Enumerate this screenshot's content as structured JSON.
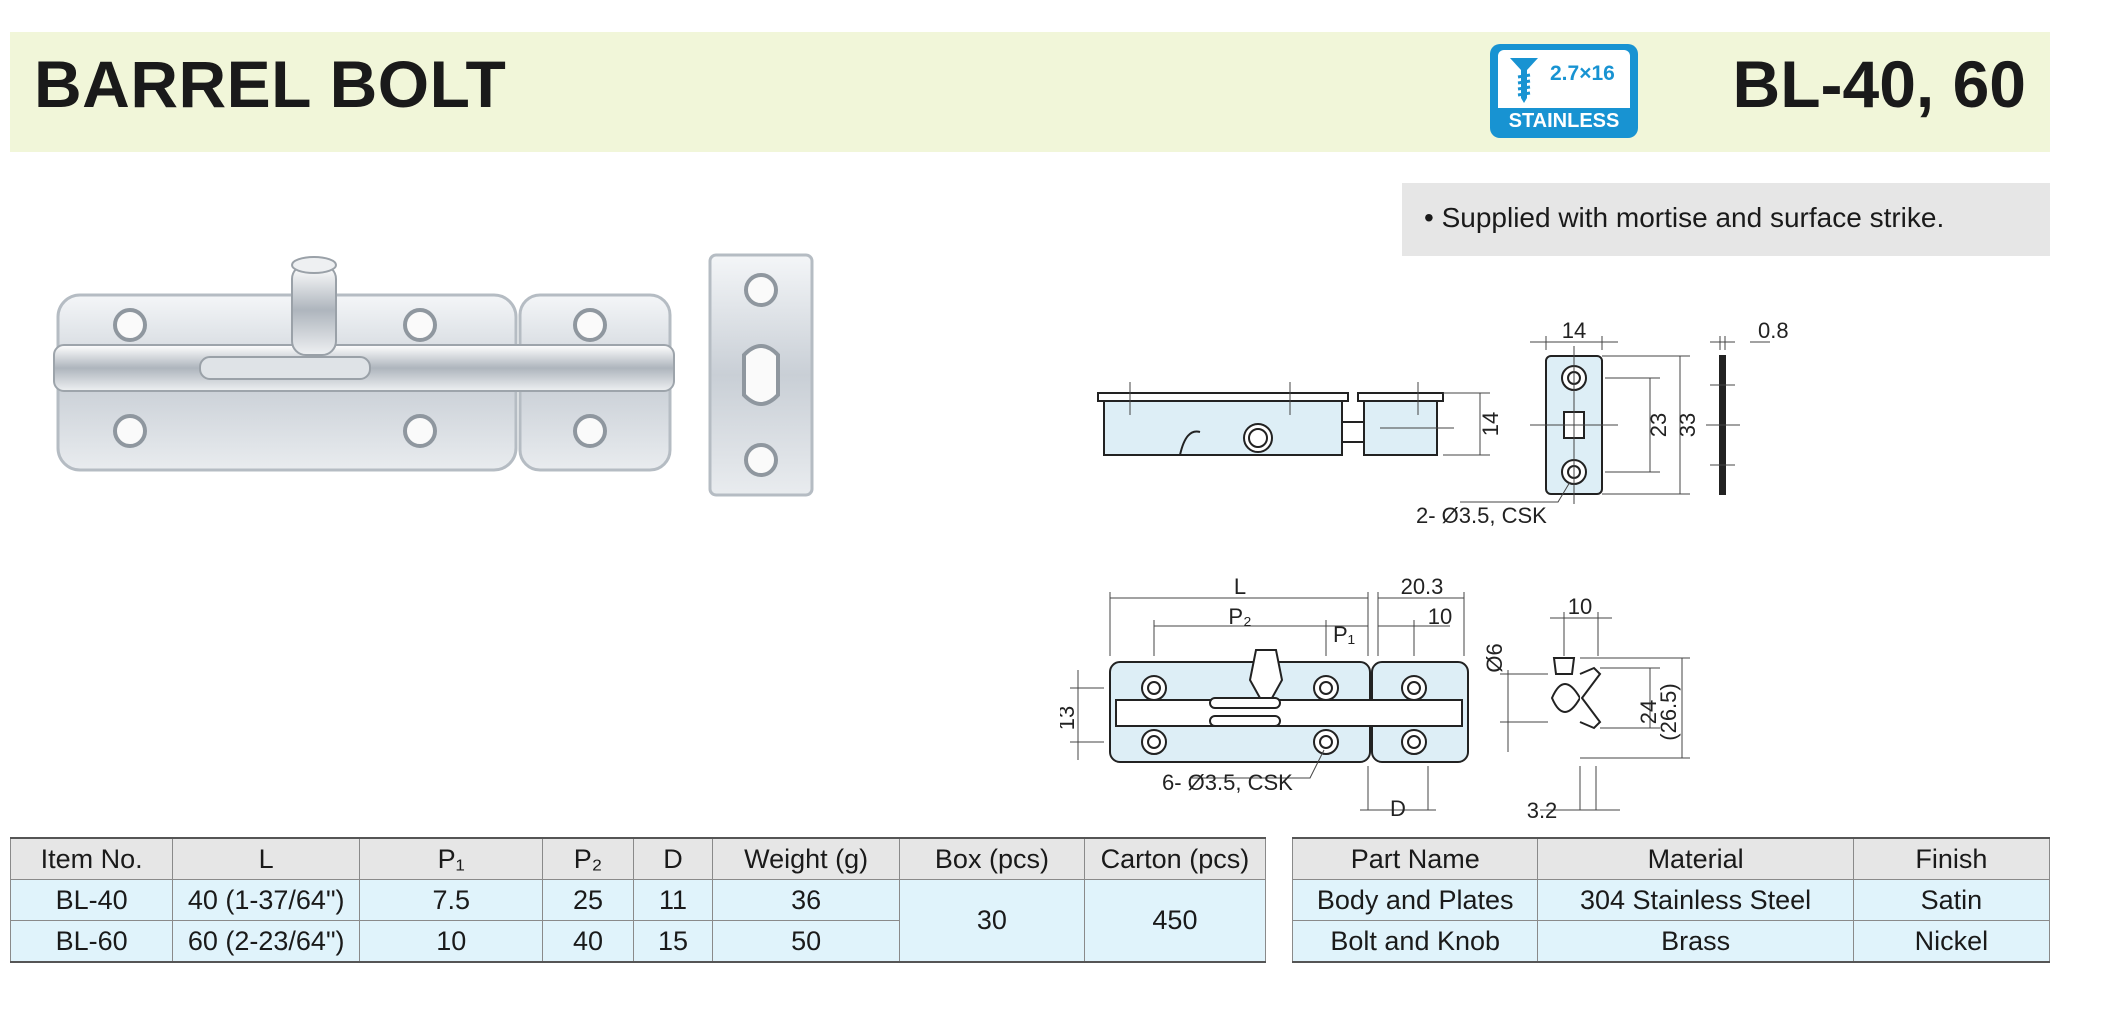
{
  "header": {
    "title": "BARREL BOLT",
    "model": "BL-40, 60",
    "badge": {
      "screw": "2.7×16",
      "material": "STAINLESS"
    }
  },
  "note": "• Supplied with mortise and surface strike.",
  "dims": {
    "d14_top": "14",
    "d08": "0.8",
    "d14_side": "14",
    "d23": "23",
    "d33": "33",
    "hole_top": "2- Ø3.5, CSK",
    "L": "L",
    "d203": "20.3",
    "P2": "P₂",
    "P1": "P₁",
    "d10a": "10",
    "d13": "13",
    "hole_bottom": "6- Ø3.5, CSK",
    "D": "D",
    "d10b": "10",
    "d6": "Ø6",
    "d24": "24",
    "d265": "(26.5)",
    "d32": "3.2"
  },
  "table_items": {
    "headers": [
      "Item No.",
      "L",
      "P₁",
      "P₂",
      "D",
      "Weight (g)",
      "Box (pcs)",
      "Carton (pcs)"
    ],
    "rows": [
      [
        "BL-40",
        "40 (1-37/64\")",
        "7.5",
        "25",
        "11",
        "36"
      ],
      [
        "BL-60",
        "60 (2-23/64\")",
        "10",
        "40",
        "15",
        "50"
      ]
    ],
    "box": "30",
    "carton": "450"
  },
  "table_parts": {
    "headers": [
      "Part Name",
      "Material",
      "Finish"
    ],
    "rows": [
      [
        "Body and Plates",
        "304 Stainless Steel",
        "Satin"
      ],
      [
        "Bolt and Knob",
        "Brass",
        "Nickel"
      ]
    ]
  },
  "colors": {
    "header_bg": "#f1f6d9",
    "badge_blue": "#1893d2",
    "row_bg": "#e0f3fb",
    "note_bg": "#e6e6e6"
  }
}
